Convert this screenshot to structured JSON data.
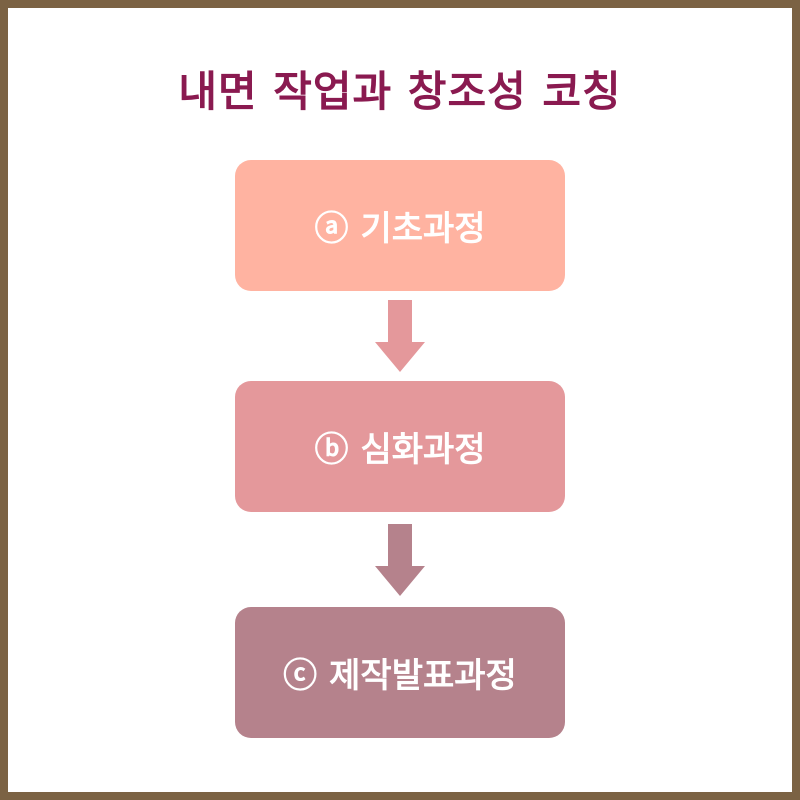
{
  "title": "내면 작업과 창조성 코칭",
  "steps": [
    {
      "marker": "ⓐ",
      "label": "기초과정",
      "color": "#ffb3a1"
    },
    {
      "marker": "ⓑ",
      "label": "심화과정",
      "color": "#e4989b"
    },
    {
      "marker": "ⓒ",
      "label": "제작발표과정",
      "color": "#b5828c"
    }
  ],
  "colors": {
    "border": "#7b6244",
    "title": "#8a1a50",
    "arrow1": "#e4989b",
    "arrow2": "#b5828c"
  }
}
